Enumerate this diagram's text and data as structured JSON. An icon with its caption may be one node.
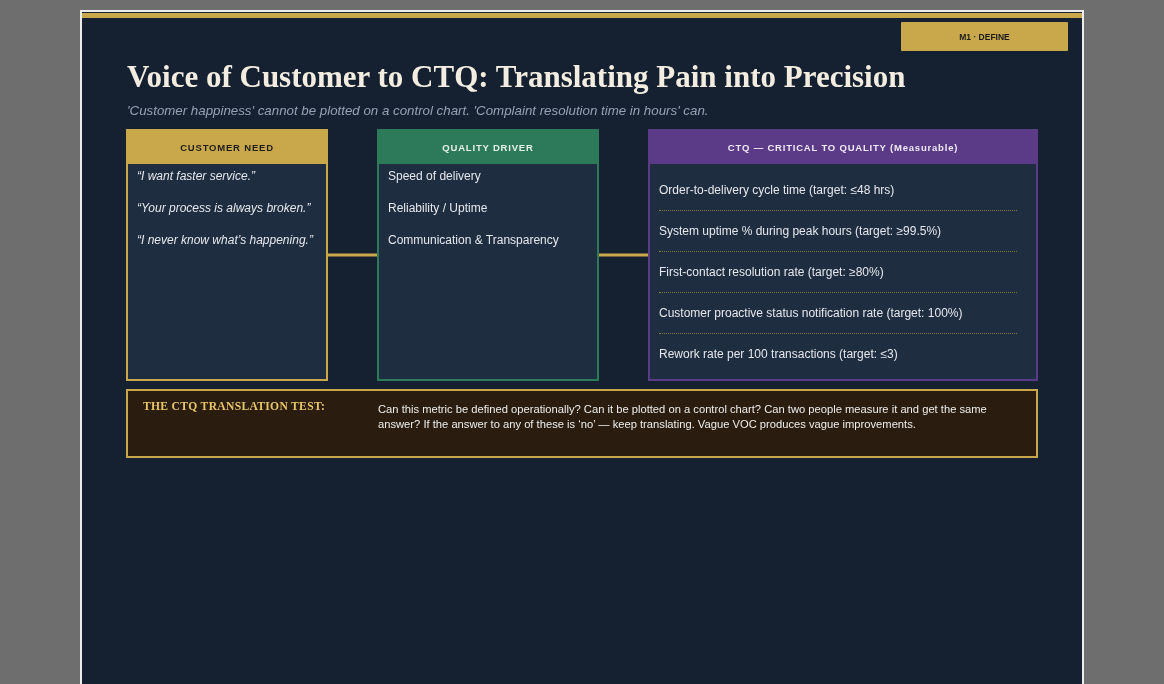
{
  "diagram": {
    "title": "Voice of Customer to CTQ: Translating Pain into Precision",
    "nodes": [
      {
        "text": [
          "M1 · DEFINE"
        ]
      },
      {
        "text": [
          "CUSTOMER NEED",
          "“I want faster service.”",
          "“Your process is always broken.”",
          "“I never know what’s happening.”"
        ]
      },
      {
        "text": [
          "QUALITY DRIVER",
          "Speed of delivery",
          "Reliability / Uptime",
          "Communication & Transparency"
        ]
      },
      {
        "text": [
          "CTQ — CRITICAL TO QUALITY (Measurable)",
          "Order-to-delivery cycle time (target: ≤48 hrs)",
          "System uptime % during peak hours (target: ≥99.5%)",
          "First-contact resolution rate (target: ≥80%)",
          "Customer proactive status notification rate (target: 100%)",
          "Rework rate per 100 transactions (target: ≤3)"
        ]
      },
      {
        "text": [
          "THE CTQ TRANSLATION TEST:",
          "Can this metric be defined operationally? Can it be plotted on a control chart? Can two people measure it and get the same answer? If the answer to any of these is ‘no’ — keep translating. Vague VOC produces vague improvements."
        ]
      }
    ],
    "edges": [
      {
        "from": 1,
        "to": 2,
        "arrow": "none"
      },
      {
        "from": 2,
        "to": 3,
        "arrow": "none"
      }
    ],
    "labels": [
      "'Customer happiness' cannot be plotted on a control chart. 'Complaint resolution time in hours' can."
    ]
  }
}
